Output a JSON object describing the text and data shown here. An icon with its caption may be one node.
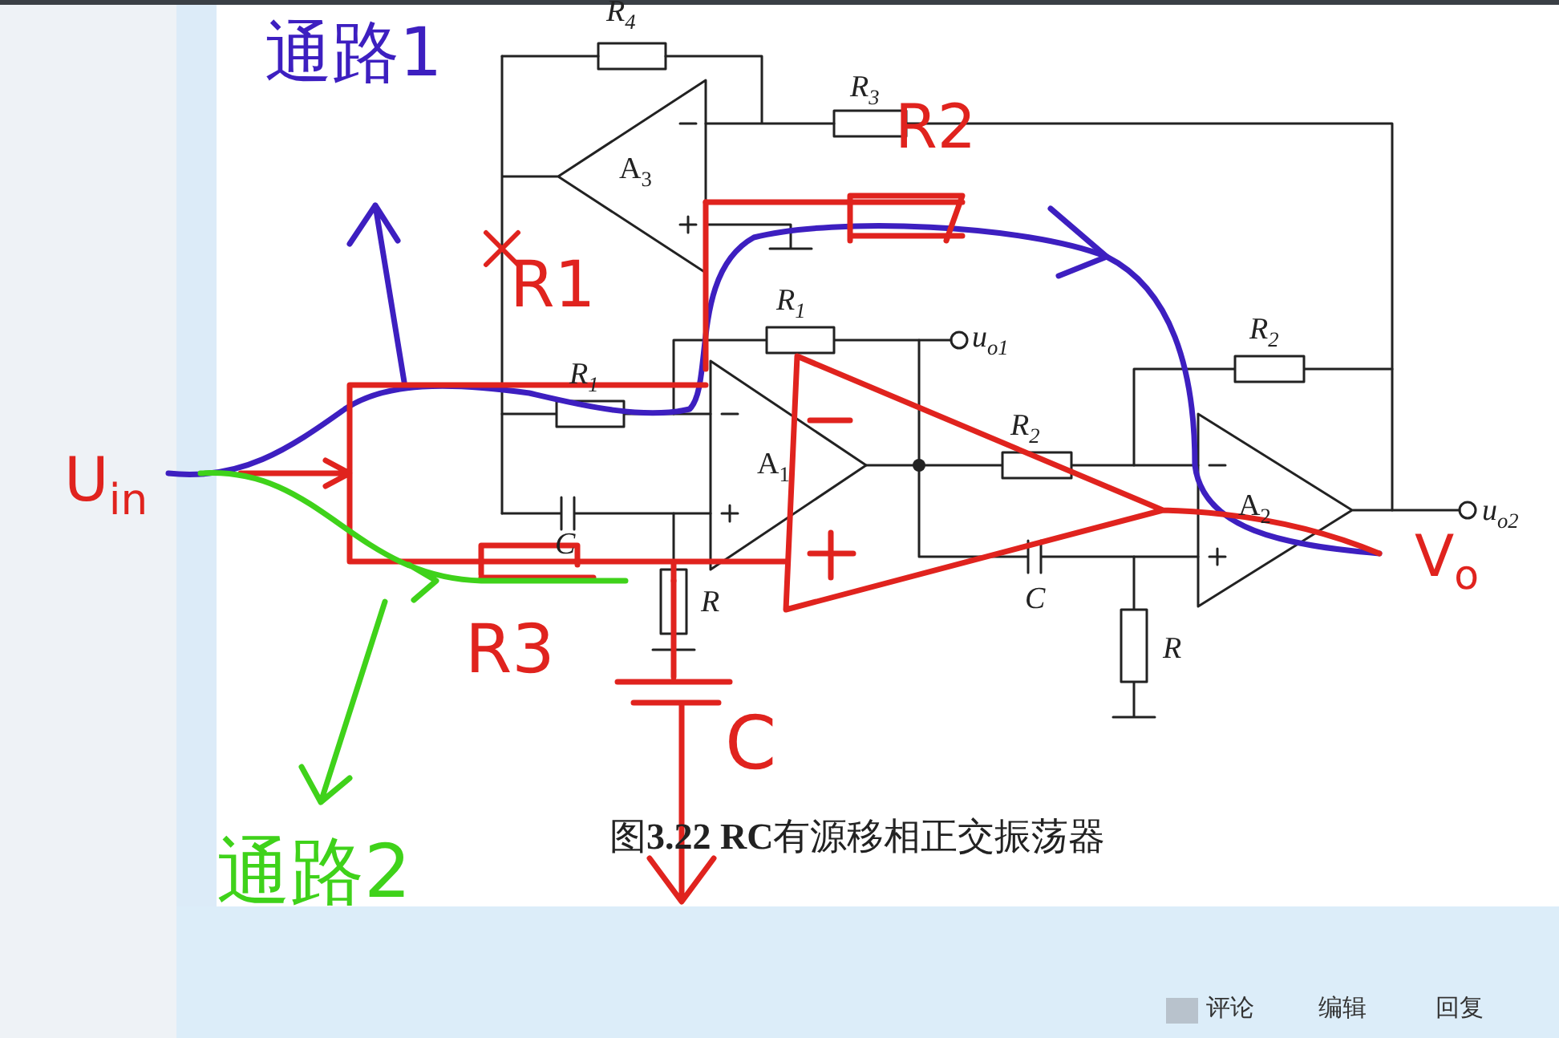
{
  "diagram": {
    "caption": "图**3.22 RC**有源移相正交振荡器",
    "labels": [
      "通路1",
      "R$_{4}$",
      "R$_{3}$",
      "R2",
      "A$_{3}$",
      "R1",
      "R$_{1}$",
      "u$_{o1}$",
      "R$_{2}$",
      "R$_{1}$",
      "U$_{in}$",
      "A$_{1}$",
      "R$_{2}$",
      "A$_{2}$",
      "u$_{o2}$",
      "V$_{o}$",
      "C",
      "R",
      "C",
      "R",
      "R3",
      "C",
      "通路2",
      "评论",
      "编辑",
      "回复"
    ]
  }
}
